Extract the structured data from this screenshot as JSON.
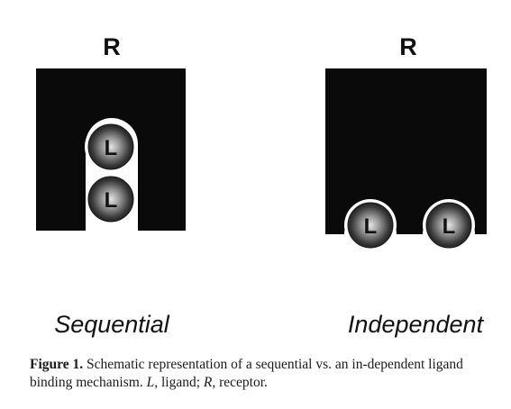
{
  "panels": {
    "sequential": {
      "receptor_label": "R",
      "ligand_labels": [
        "L",
        "L"
      ],
      "mechanism_label": "Sequential"
    },
    "independent": {
      "receptor_label": "R",
      "ligand_labels": [
        "L",
        "L"
      ],
      "mechanism_label": "Independent"
    }
  },
  "caption": {
    "lead": "Figure 1.",
    "text1": " Schematic representation of a sequential vs. an in-dependent ligand binding mechanism. ",
    "key_L": "L",
    "text2": ", ligand; ",
    "key_R": "R",
    "text3": ", receptor."
  },
  "colors": {
    "receptor": "#0a0a0a",
    "ligand_center": "#d8d8d8",
    "ligand_edge": "#1c1c1c",
    "ligand_rim": "#ffffff"
  }
}
